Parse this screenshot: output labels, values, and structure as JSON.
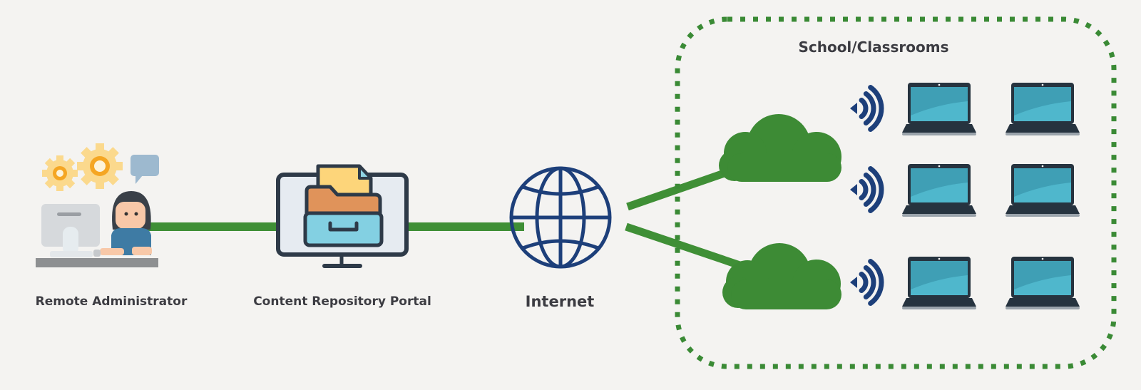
{
  "title": "Remote content delivery network diagram",
  "nodes": {
    "admin": {
      "label": "Remote Administrator",
      "icon": "administrator-at-computer-icon"
    },
    "portal": {
      "label": "Content Repository Portal",
      "icon": "file-cabinet-monitor-icon"
    },
    "internet": {
      "label": "Internet",
      "icon": "globe-icon"
    },
    "school": {
      "label": "School/Classrooms"
    }
  },
  "school": {
    "clouds": 2,
    "wifi_signals": 3,
    "laptop_rows": 3,
    "laptops_per_row": 2
  },
  "colors": {
    "background": "#f4f3f1",
    "connector_green": "#3f8f36",
    "cloud_green": "#3d8b35",
    "border_green": "#3a8a35",
    "globe_blue": "#1d3f7a",
    "wifi_blue": "#1d3f7a",
    "laptop_screen": "#4fb7cc",
    "laptop_frame": "#26333f",
    "label_text": "#3c3c42"
  }
}
